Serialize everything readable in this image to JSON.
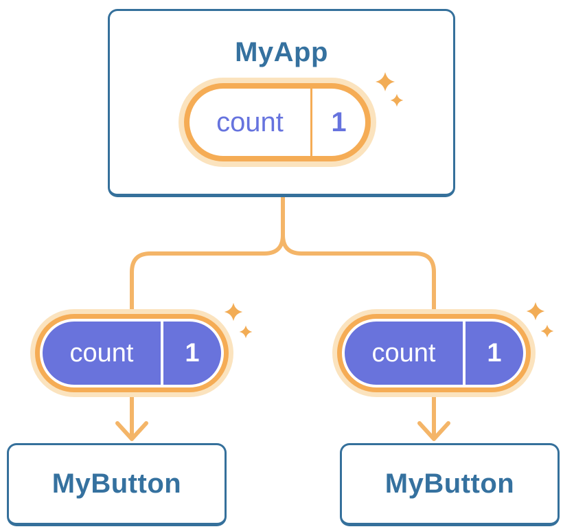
{
  "diagram": {
    "description": "React component tree with lifted state",
    "app": {
      "title": "MyApp",
      "state_pill": {
        "label": "count",
        "value": "1"
      }
    },
    "children": [
      {
        "title": "MyButton",
        "prop_pill": {
          "label": "count",
          "value": "1"
        }
      },
      {
        "title": "MyButton",
        "prop_pill": {
          "label": "count",
          "value": "1"
        }
      }
    ]
  },
  "colors": {
    "bg": "#FFFFFF",
    "card_border": "#35709B",
    "card_text": "#35719F",
    "pill_purple": "#6973DC",
    "pill_text_purple": "#6673DE",
    "pill_ring": "#F5AC55",
    "pill_halo": "#FBE3BE",
    "connector": "#F4B568",
    "sparkle": "#F2AC55"
  }
}
